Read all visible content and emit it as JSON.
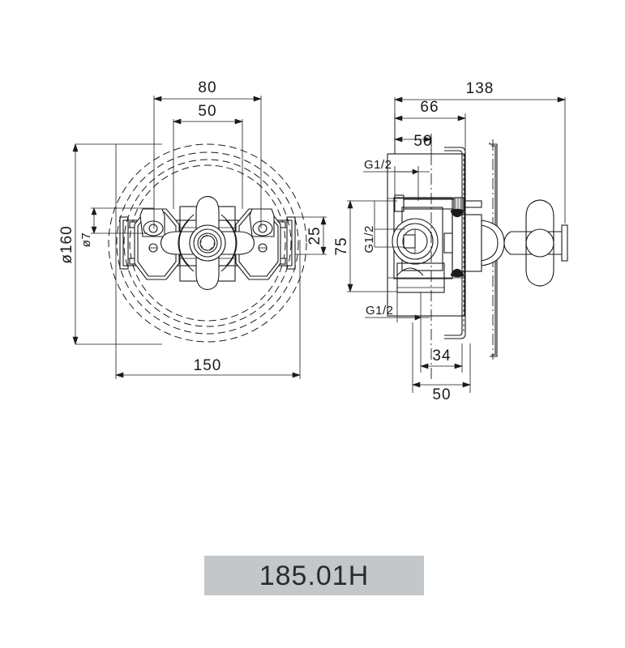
{
  "drawing": {
    "part_number": "185.01H",
    "views": [
      {
        "name": "front-view",
        "label": "front elevation"
      },
      {
        "name": "side-view",
        "label": "side section"
      }
    ],
    "dimensions": {
      "front": {
        "top_outer": "80",
        "top_inner": "50",
        "diameter_plate": "ø160",
        "hole_diameter": "ø7",
        "depth_right": "25",
        "width_bottom": "150"
      },
      "side": {
        "total_length": "138",
        "body_length": "66",
        "inner_length": "50",
        "height_left": "75",
        "inlet_thread_top": "G1/2",
        "outlet_thread_mid": "G1/2",
        "outlet_thread_bottom": "G1/2",
        "offset_34": "34",
        "offset_50": "50"
      }
    }
  }
}
